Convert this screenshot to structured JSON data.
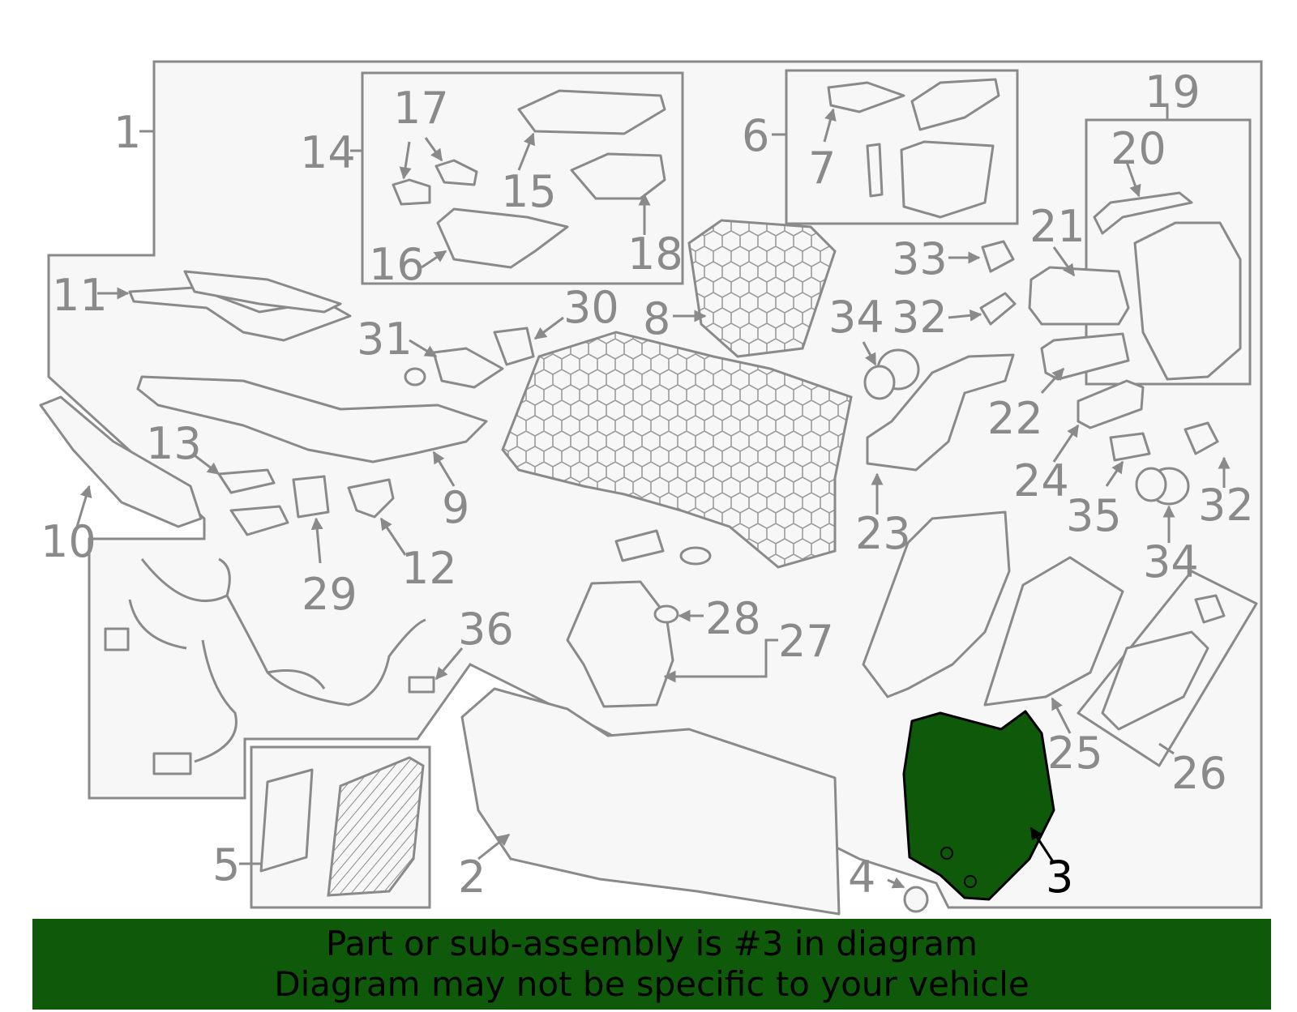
{
  "callouts": [
    {
      "id": "c1",
      "label": "1"
    },
    {
      "id": "c2",
      "label": "2"
    },
    {
      "id": "c3",
      "label": "3"
    },
    {
      "id": "c4",
      "label": "4"
    },
    {
      "id": "c5",
      "label": "5"
    },
    {
      "id": "c6",
      "label": "6"
    },
    {
      "id": "c7",
      "label": "7"
    },
    {
      "id": "c8",
      "label": "8"
    },
    {
      "id": "c9",
      "label": "9"
    },
    {
      "id": "c10",
      "label": "10"
    },
    {
      "id": "c11",
      "label": "11"
    },
    {
      "id": "c12",
      "label": "12"
    },
    {
      "id": "c13",
      "label": "13"
    },
    {
      "id": "c14",
      "label": "14"
    },
    {
      "id": "c15",
      "label": "15"
    },
    {
      "id": "c16",
      "label": "16"
    },
    {
      "id": "c17",
      "label": "17"
    },
    {
      "id": "c18",
      "label": "18"
    },
    {
      "id": "c19",
      "label": "19"
    },
    {
      "id": "c20",
      "label": "20"
    },
    {
      "id": "c21",
      "label": "21"
    },
    {
      "id": "c22",
      "label": "22"
    },
    {
      "id": "c23",
      "label": "23"
    },
    {
      "id": "c24",
      "label": "24"
    },
    {
      "id": "c25",
      "label": "25"
    },
    {
      "id": "c26",
      "label": "26"
    },
    {
      "id": "c27",
      "label": "27"
    },
    {
      "id": "c28",
      "label": "28"
    },
    {
      "id": "c29",
      "label": "29"
    },
    {
      "id": "c30",
      "label": "30"
    },
    {
      "id": "c31",
      "label": "31"
    },
    {
      "id": "c32a",
      "label": "32"
    },
    {
      "id": "c32b",
      "label": "32"
    },
    {
      "id": "c33",
      "label": "33"
    },
    {
      "id": "c34a",
      "label": "34"
    },
    {
      "id": "c34b",
      "label": "34"
    },
    {
      "id": "c35",
      "label": "35"
    },
    {
      "id": "c36",
      "label": "36"
    }
  ],
  "highlight": {
    "part": "3",
    "fill_color": "#0f5a0a",
    "outline_color": "#000000"
  },
  "banner": {
    "line1": "Part or sub-assembly is #3 in diagram",
    "line2": "Diagram may not be specific to your vehicle",
    "background": "#0f5a0a"
  }
}
